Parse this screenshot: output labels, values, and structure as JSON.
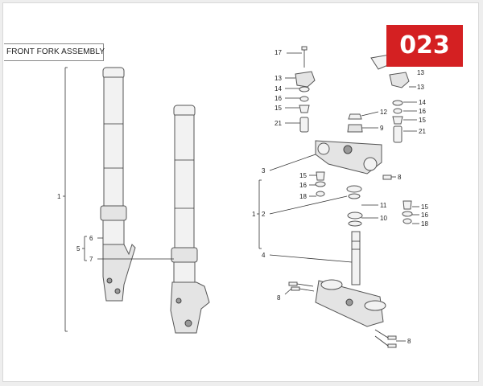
{
  "title": "FRONT FORK ASSEMBLY",
  "badge": "023",
  "colors": {
    "badge_bg": "#d42022",
    "badge_text": "#ffffff"
  },
  "callouts": {
    "c17": "17",
    "c13a": "13",
    "c14a": "14",
    "c16a": "16",
    "c15a": "15",
    "c21a": "21",
    "c12": "12",
    "c9": "9",
    "c13b": "13",
    "c13c": "13",
    "c14b": "14",
    "c16b": "16",
    "c15b": "15",
    "c21b": "21",
    "c3": "3",
    "c15c": "15",
    "c16c": "16",
    "c18a": "18",
    "c8a": "8",
    "c1r": "1",
    "c2": "2",
    "c11": "11",
    "c10": "10",
    "c15d": "15",
    "c16d": "16",
    "c18b": "18",
    "c4": "4",
    "c8b": "8",
    "c8c": "8",
    "c1l": "1",
    "c5": "5",
    "c6": "6",
    "c7": "7"
  }
}
